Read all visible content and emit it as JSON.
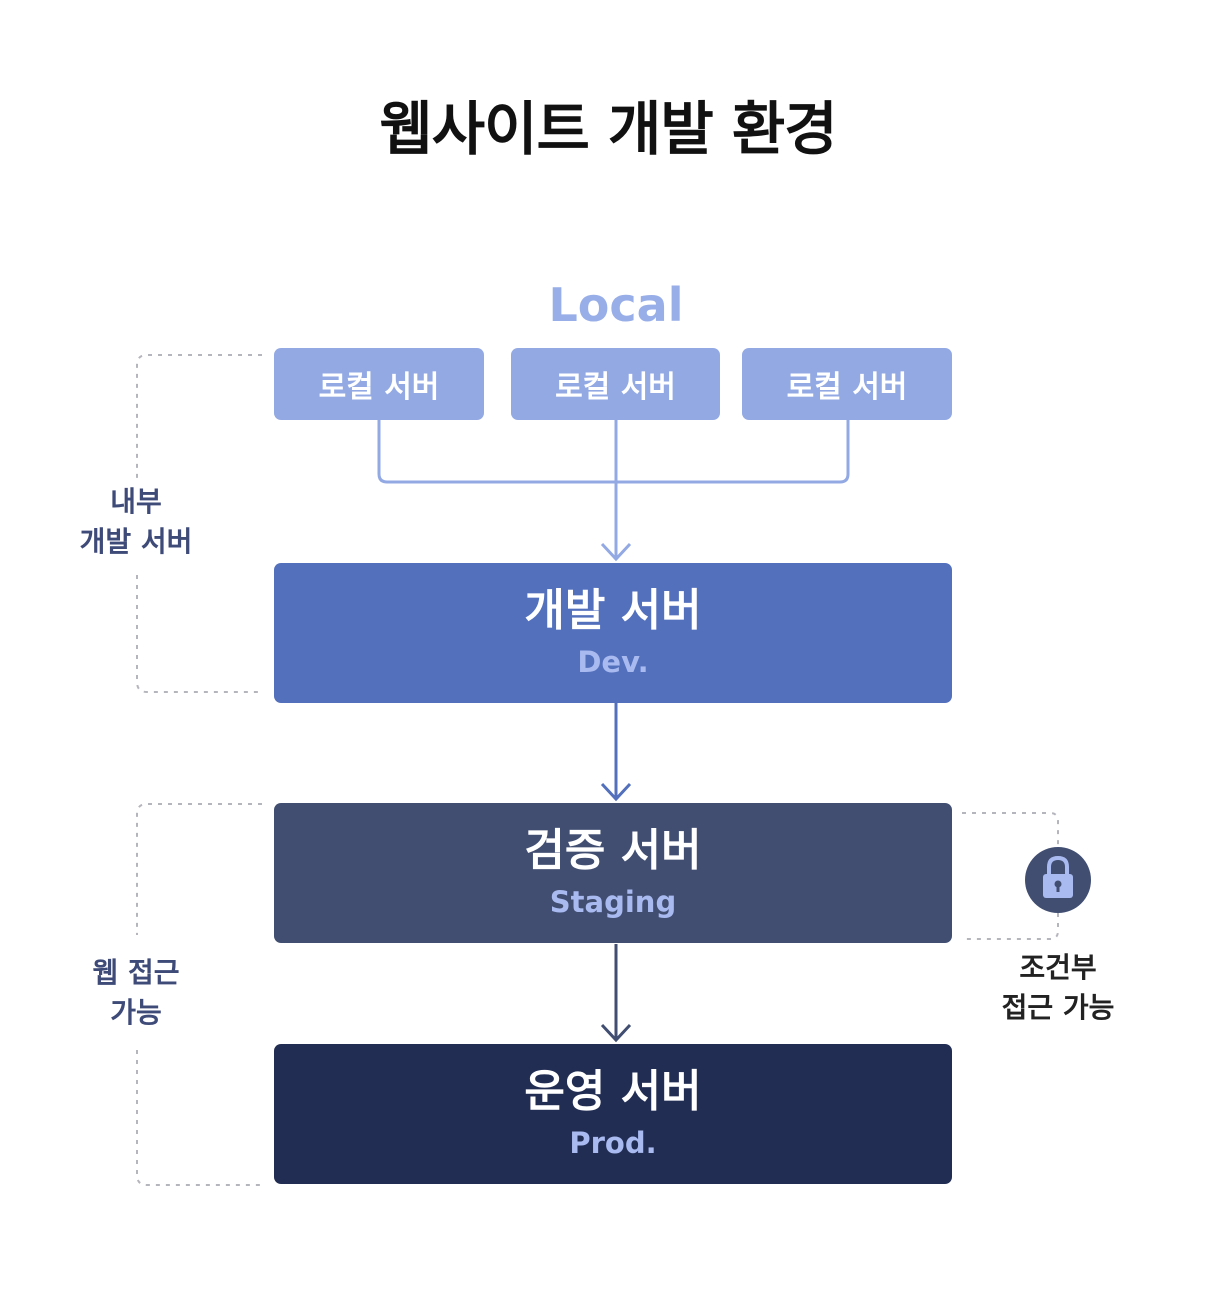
{
  "title": "웹사이트 개발 환경",
  "local": {
    "label": "Local",
    "servers": [
      "로컬 서버",
      "로컬 서버",
      "로컬 서버"
    ]
  },
  "servers": [
    {
      "name": "개발 서버",
      "sub": "Dev.",
      "color": "#5370bd"
    },
    {
      "name": "검증 서버",
      "sub": "Staging",
      "color": "#414e72"
    },
    {
      "name": "운영 서버",
      "sub": "Prod.",
      "color": "#222d54"
    }
  ],
  "groups": {
    "internal": {
      "line1": "내부",
      "line2": "개발 서버"
    },
    "web_access": {
      "line1": "웹 접근",
      "line2": "가능"
    },
    "conditional": {
      "line1": "조건부",
      "line2": "접근 가능",
      "icon": "lock-icon"
    }
  },
  "colors": {
    "local_box": "#93a9e4",
    "connector_light": "#93a9e4",
    "lock_circle": "#414e72",
    "bracket": "#b5b5bd"
  }
}
